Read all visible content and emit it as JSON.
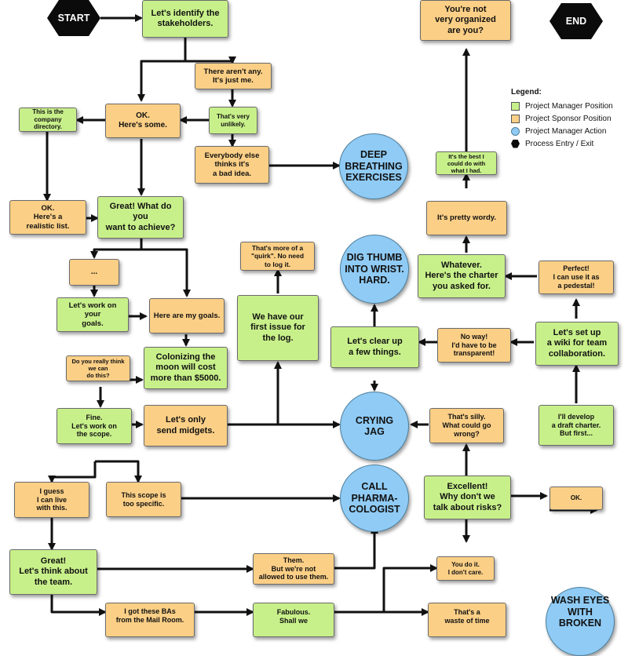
{
  "diagram": {
    "start": "START",
    "end": "END",
    "nodes": {
      "stakeholders": "Let's identify the\nstakeholders.",
      "not_organized": "You're not\nvery organized\nare you?",
      "arent_any": "There aren't any.\nIt's just me.",
      "ok_some": "OK.\nHere's some.",
      "company_dir": "This is the\ncompany\ndirectory.",
      "very_unlikely": "That's very\nunlikely.",
      "bad_idea": "Everybody else\nthinks it's\na bad idea.",
      "deep_breathing": "DEEP\nBREATHING\nEXERCISES",
      "best_i_could": "It's the best I\ncould do with\nwhat I had.",
      "realistic": "OK.\nHere's a\nrealistic list.",
      "achieve": "Great! What do you\nwant to achieve?",
      "pretty_wordy": "It's pretty wordy.",
      "quirk": "That's more of a\n\"quirk\". No need\nto log it.",
      "dig_thumb": "DIG THUMB\nINTO WRIST.\nHARD.",
      "whatever": "Whatever.\nHere's the charter\nyou asked for.",
      "pedestal": "Perfect!\nI can use it as\na pedestal!",
      "ellipsis": "...",
      "work_goals": "Let's work on your\ngoals.",
      "my_goals": "Here are my goals.",
      "first_issue": "We have our\nfirst issue for\nthe log.",
      "clear_up": "Let's clear up\na few things.",
      "no_way": "No way!\nI'd have to be\ntransparent!",
      "wiki": "Let's set up\na wiki for team\ncollaboration.",
      "really_think": "Do you really think\nwe can\ndo this?",
      "colonizing": "Colonizing the\nmoon will cost\nmore than $5000.",
      "fine_scope": "Fine.\nLet's work on\nthe scope.",
      "midgets": "Let's only\nsend midgets.",
      "crying_jag": "CRYING\nJAG",
      "silly": "That's silly.\nWhat could go\nwrong?",
      "draft_charter": "I'll develop\na draft charter.\nBut first...",
      "live_with": "I guess\nI can live\nwith this.",
      "too_specific": "This scope is\ntoo specific.",
      "call_pharma": "CALL\nPHARMA-\nCOLOGIST",
      "excellent": "Excellent!\nWhy don't we\ntalk about risks?",
      "ok_small": "OK.",
      "think_team": "Great!\nLet's think about\nthe team.",
      "them": "Them.\nBut we're not\nallowed to use them.",
      "you_do_it": "You do it.\nI don't care.",
      "wash_eyes": "WASH EYES\nWITH\nBROKEN",
      "bas": "I got these BAs\nfrom the Mail Room.",
      "fabulous": "Fabulous.\nShall we",
      "waste_time": "That's a\nwaste of time"
    }
  },
  "legend": {
    "title": "Legend:",
    "items": [
      {
        "label": "Project Manager Position",
        "type": "green"
      },
      {
        "label": "Project Sponsor Position",
        "type": "orange"
      },
      {
        "label": "Project Manager Action",
        "type": "circle"
      },
      {
        "label": "Process Entry / Exit",
        "type": "hex"
      }
    ]
  },
  "colors": {
    "manager_position": "#c8f08a",
    "sponsor_position": "#fbcf86",
    "manager_action": "#8fcbf5",
    "entry_exit": "#0b0b0b",
    "connector": "#111111"
  }
}
